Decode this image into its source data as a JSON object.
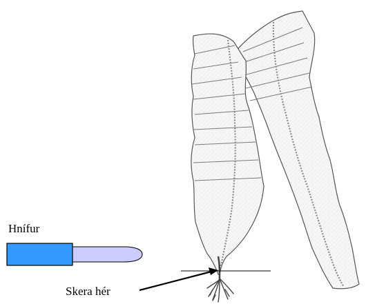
{
  "labels": {
    "knife": "Hnífur",
    "cut_here": "Skera hér"
  },
  "colors": {
    "knife_handle": "#3399ff",
    "knife_blade": "#ccccff",
    "outline": "#000000",
    "seaweed_fill": "#f4f4f4",
    "seaweed_stroke": "#555555"
  },
  "icons": {
    "knife": "knife-icon",
    "seaweed": "seaweed-illustration"
  }
}
